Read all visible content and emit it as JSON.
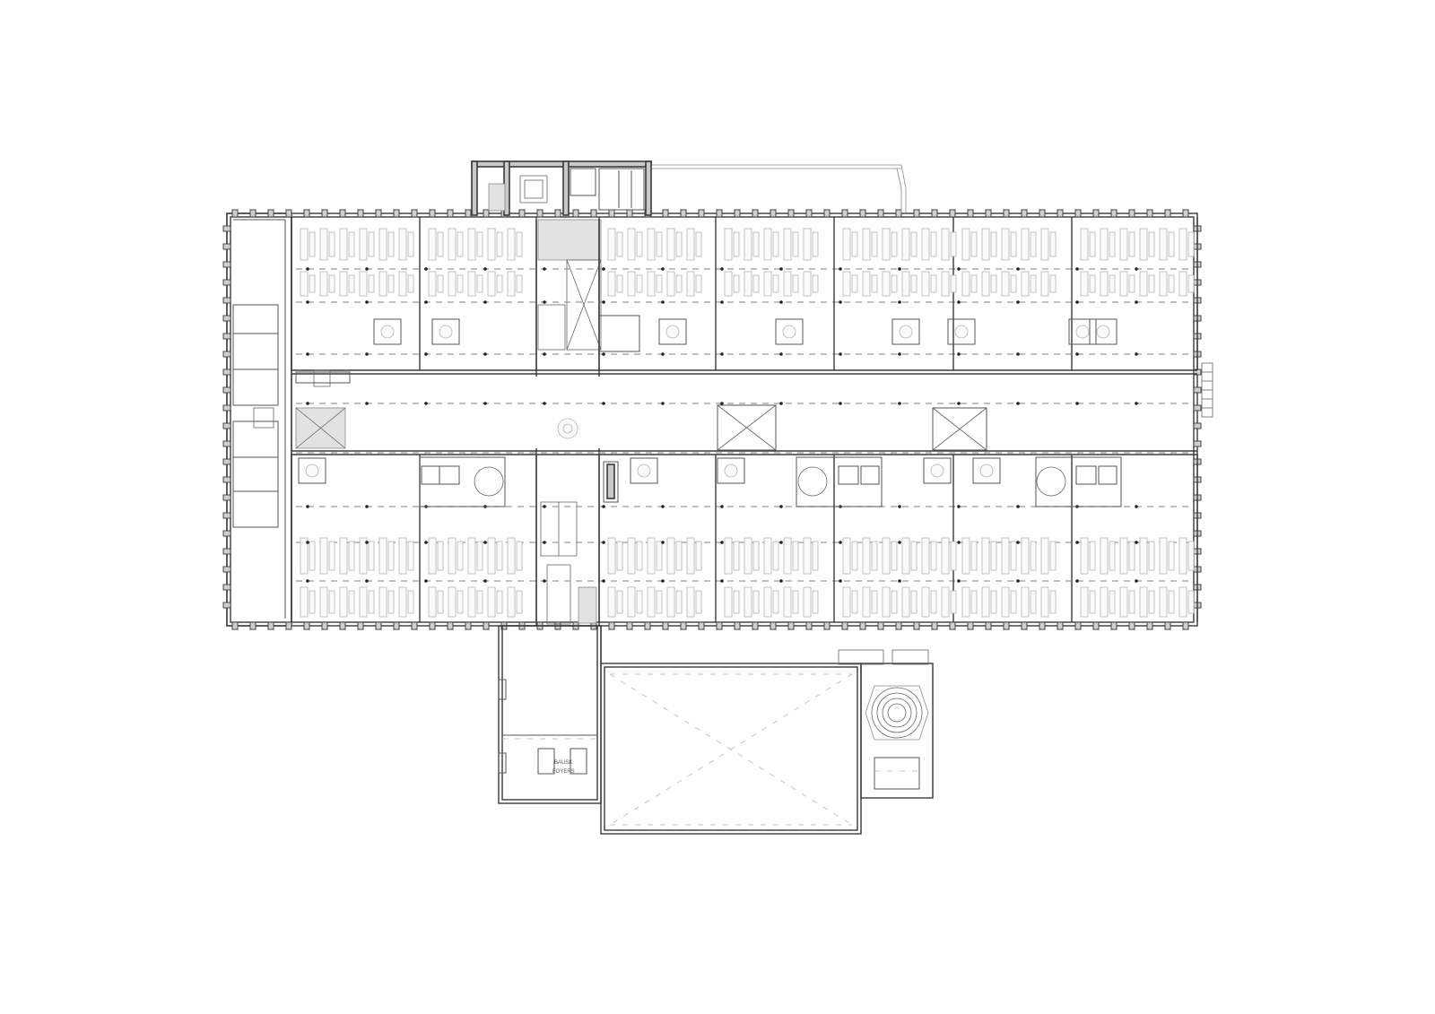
{
  "drawing": {
    "type": "architectural-floor-plan",
    "labels": {
      "annex_room_label_1": "BAUSK",
      "annex_room_label_2": "FOYERS"
    }
  },
  "legend_colors": {
    "wall_fill": "#c9c9c9",
    "wall_stroke": "#3a3a3a",
    "furniture_stroke": "#b5b5b5",
    "structural_grid": "#9a9a9a",
    "column": "#222222",
    "background": "#ffffff"
  },
  "icons": [
    "stair-icon",
    "elevator-icon",
    "column-icon",
    "round-table-icon",
    "desk-icon"
  ]
}
